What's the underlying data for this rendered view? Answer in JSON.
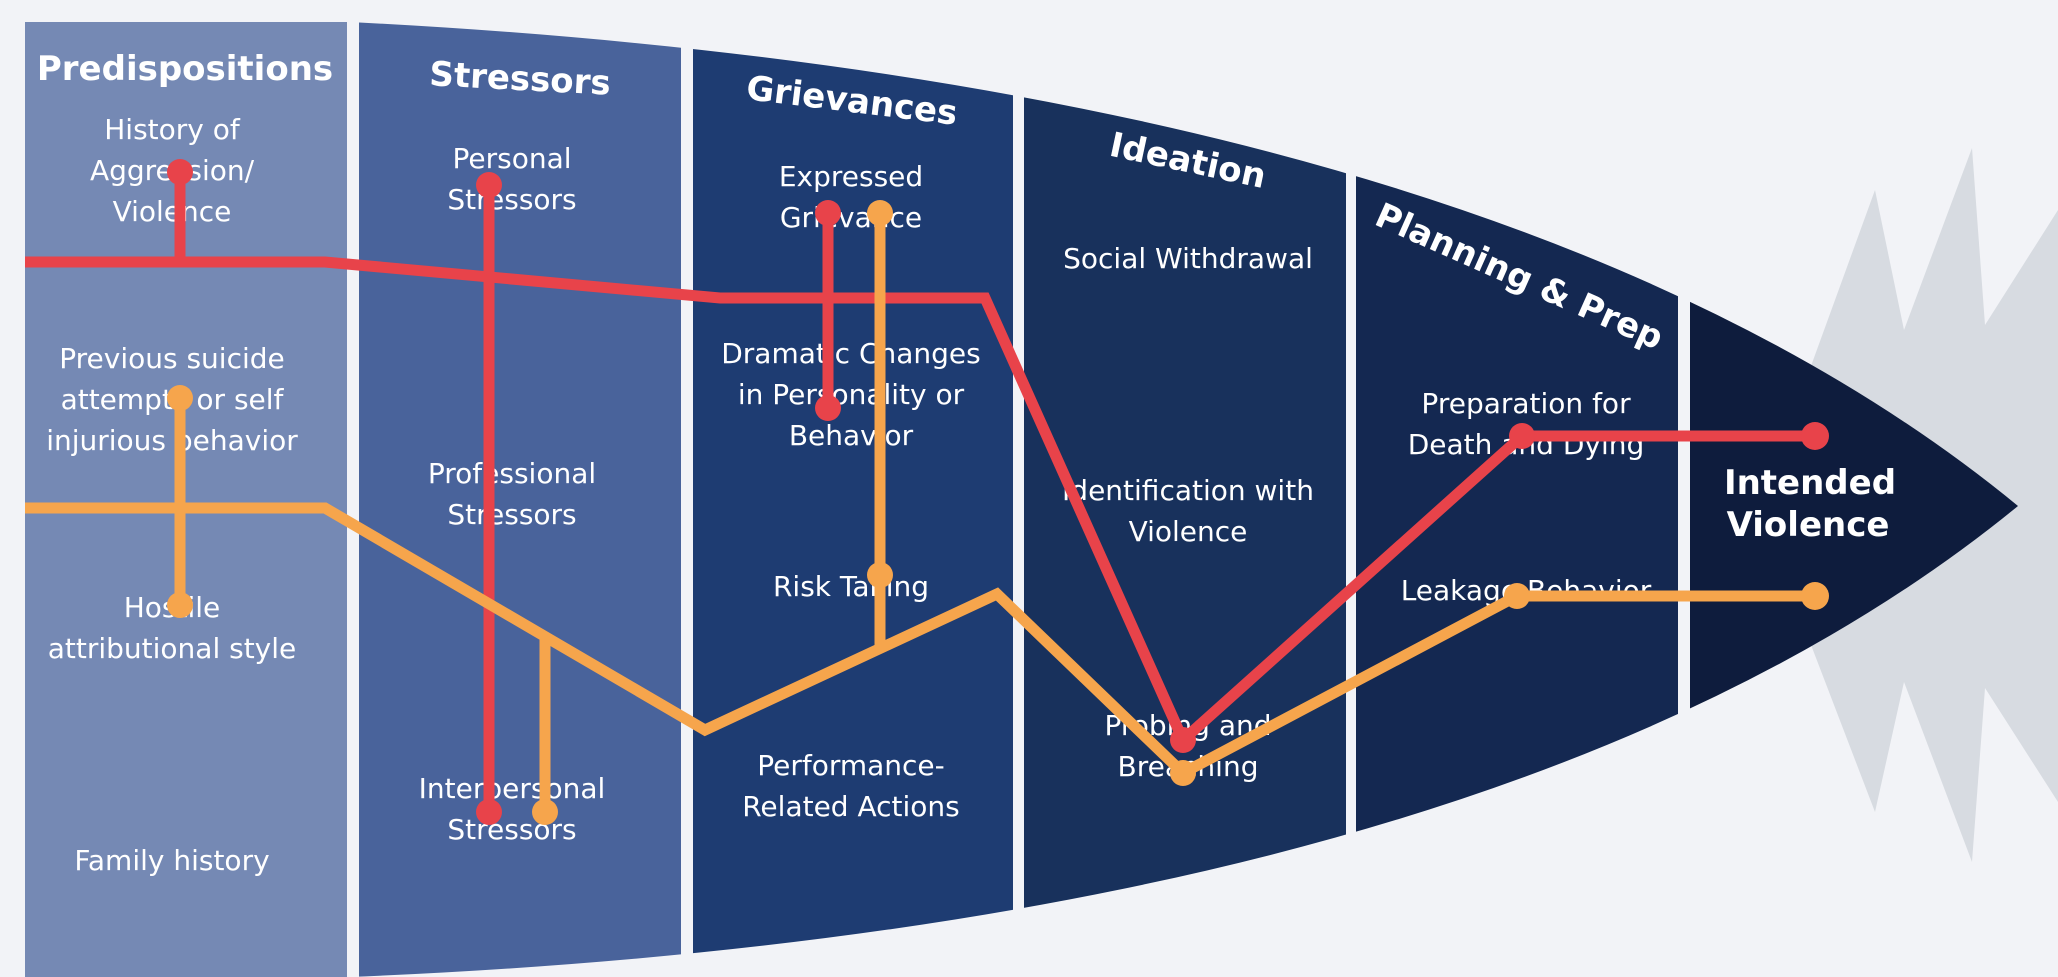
{
  "stages": [
    {
      "title": "Predispositions",
      "items": [
        "History of Aggression/ Violence",
        "Previous suicide attempts or self injurious behavior",
        "Hostile attributional style",
        "Family history"
      ]
    },
    {
      "title": "Stressors",
      "items": [
        "Personal Stressors",
        "Professional Stressors",
        "Interpersonal Stressors"
      ]
    },
    {
      "title": "Grievances",
      "items": [
        "Expressed Grievance",
        "Dramatic Changes in Personality or Behavior",
        "Risk Taking",
        "Performance-Related Actions"
      ]
    },
    {
      "title": "Ideation",
      "items": [
        "Social Withdrawal",
        "Identification with Violence",
        "Probing and Breaching"
      ]
    },
    {
      "title": "Planning & Prep",
      "items": [
        "Preparation for Death and Dying",
        "Leakage Behavior"
      ]
    }
  ],
  "final": {
    "line1": "Intended",
    "line2": "Violence"
  },
  "colors": {
    "stage_fills": [
      "#7589b4",
      "#49639b",
      "#1e3c72",
      "#18315c",
      "#142851",
      "#0e1c3d"
    ],
    "red_path": "#e8434a",
    "orange_path": "#f6a54c",
    "burst": "#d7dbe1",
    "background": "#f2f3f7"
  }
}
